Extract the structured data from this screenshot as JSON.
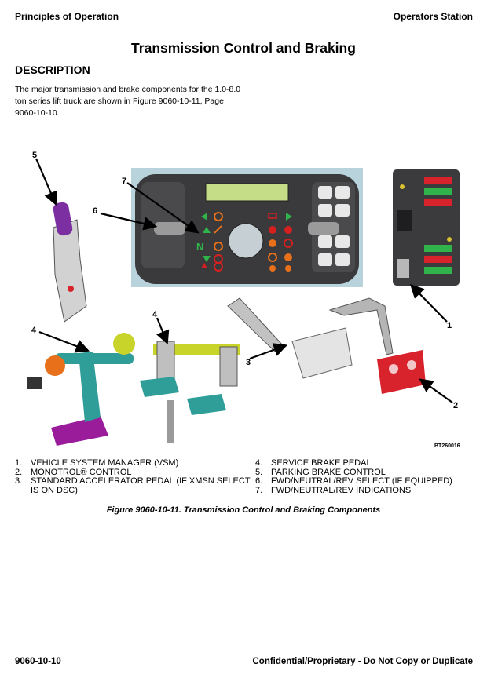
{
  "header": {
    "left": "Principles of Operation",
    "right": "Operators Station"
  },
  "title": "Transmission Control and Braking",
  "section": "DESCRIPTION",
  "description": "The major transmission and brake components for the 1.0-8.0 ton series lift truck are shown in Figure 9060-10-11, Page 9060-10-10.",
  "figure": {
    "callouts": [
      "1",
      "2",
      "3",
      "4",
      "4",
      "5",
      "6",
      "7"
    ],
    "image_code": "BT260016",
    "caption": "Figure 9060-10-11. Transmission Control and Braking Components",
    "colors": {
      "panel": "#b9d3dd",
      "display_screen": "#c6dd88",
      "pedal_pad": "#2f9e99",
      "accent_magenta": "#9a1c9a",
      "accent_purple": "#7b2fa0",
      "monotrol_red": "#d8232c",
      "indicator_green": "#2fb34a",
      "indicator_orange": "#e8701a",
      "indicator_red": "#d62020"
    }
  },
  "legend": {
    "left": [
      {
        "num": "1.",
        "text": "VEHICLE SYSTEM MANAGER (VSM)"
      },
      {
        "num": "2.",
        "text": "MONOTROL® CONTROL"
      },
      {
        "num": "3.",
        "text": "STANDARD ACCELERATOR PEDAL (IF XMSN SELECT IS ON DSC)"
      }
    ],
    "right": [
      {
        "num": "4.",
        "text": "SERVICE BRAKE PEDAL"
      },
      {
        "num": "5.",
        "text": "PARKING BRAKE CONTROL"
      },
      {
        "num": "6.",
        "text": "FWD/NEUTRAL/REV SELECT (IF EQUIPPED)"
      },
      {
        "num": "7.",
        "text": "FWD/NEUTRAL/REV INDICATIONS"
      }
    ]
  },
  "footer": {
    "left": "9060-10-10",
    "right": "Confidential/Proprietary - Do Not Copy or Duplicate"
  }
}
